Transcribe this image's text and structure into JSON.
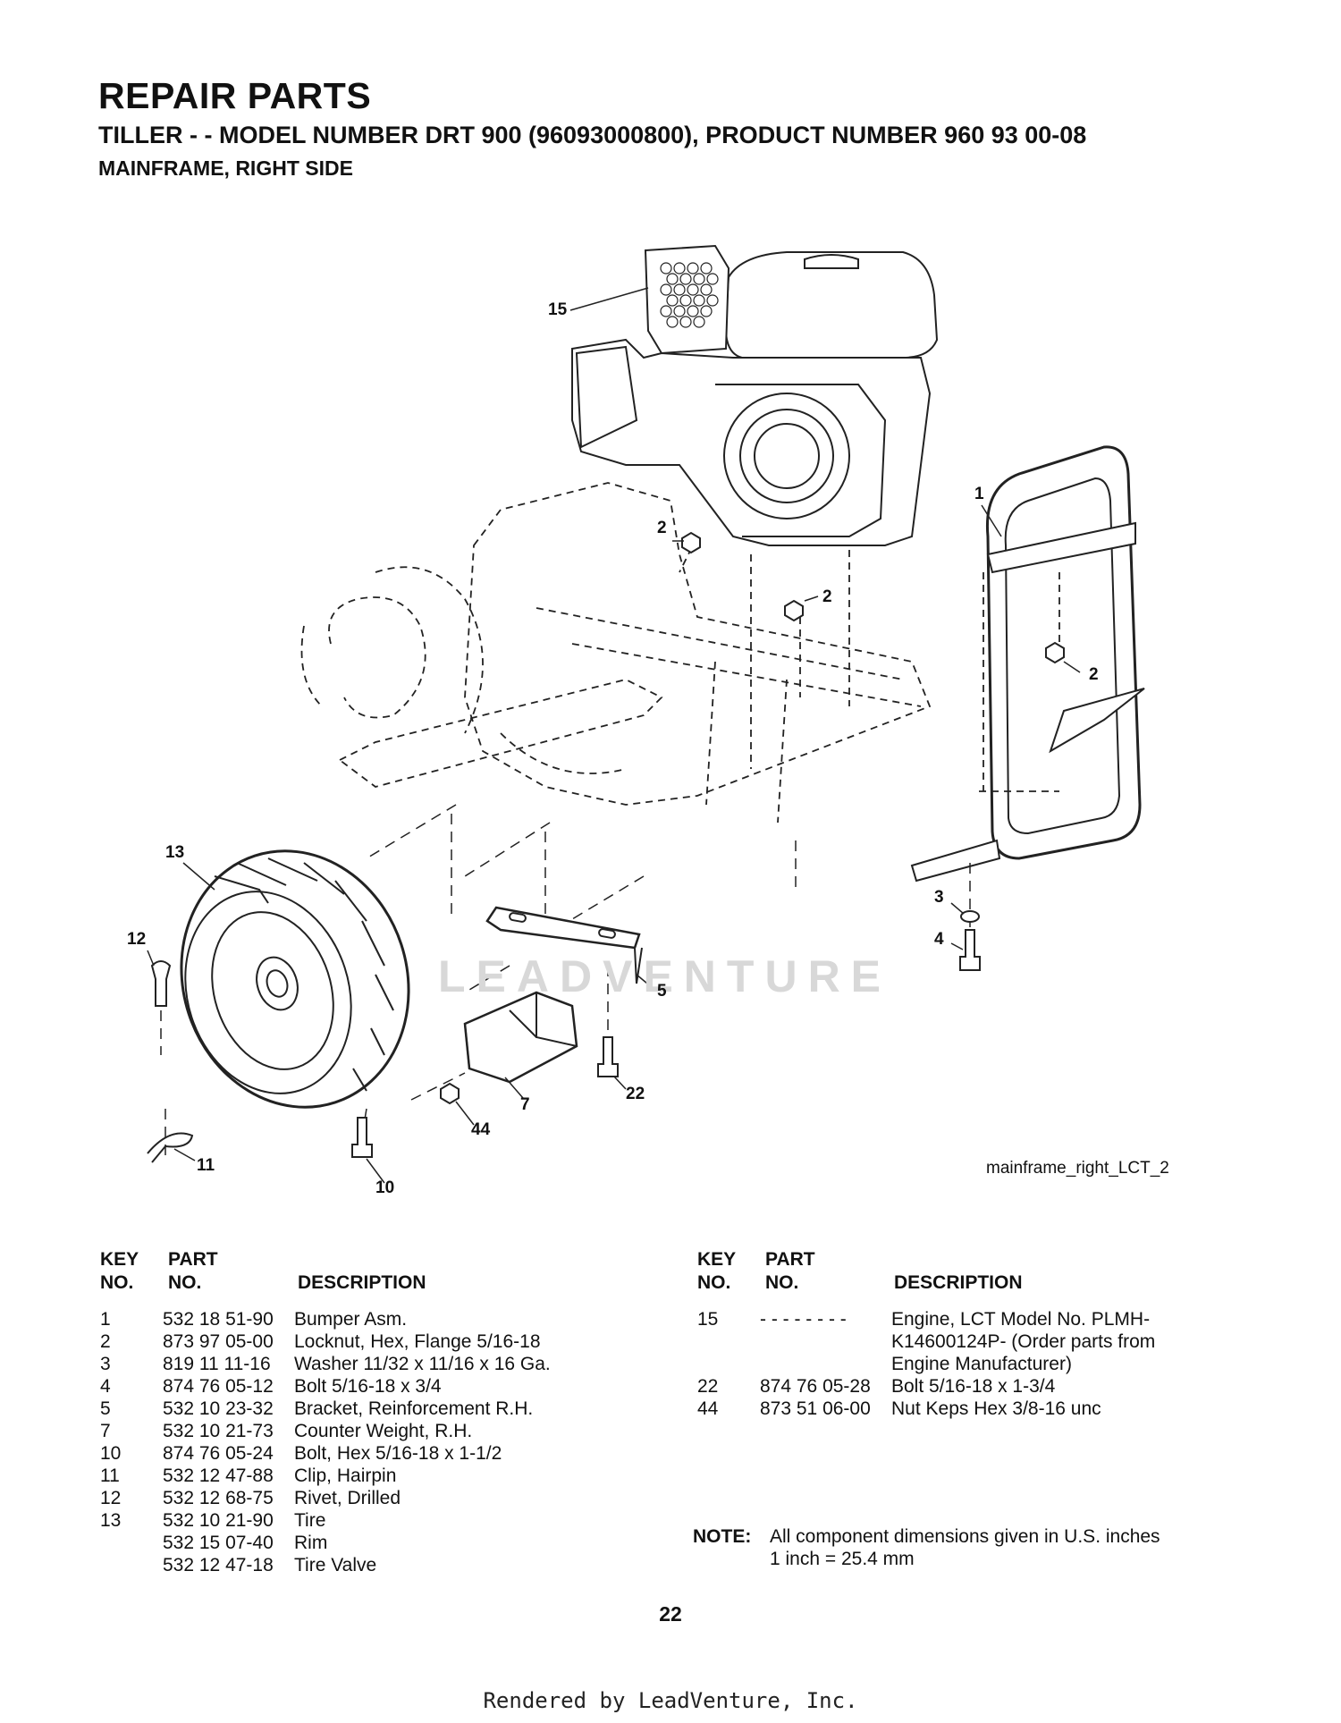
{
  "header": {
    "title": "REPAIR PARTS",
    "subtitle": "TILLER - - MODEL NUMBER DRT 900 (96093000800), PRODUCT NUMBER 960 93 00-08",
    "section": "MAINFRAME, RIGHT SIDE"
  },
  "diagram": {
    "callouts": [
      "15",
      "1",
      "2",
      "2",
      "2",
      "13",
      "12",
      "3",
      "4",
      "5",
      "22",
      "7",
      "44",
      "11",
      "10"
    ],
    "figure_ref": "mainframe_right_LCT_2",
    "watermark": "LEADVENTURE"
  },
  "table": {
    "head_key": "KEY",
    "head_no": "NO.",
    "head_part": "PART",
    "head_partno": "NO.",
    "head_desc": "DESCRIPTION",
    "left_rows": [
      {
        "key": "1",
        "part": "532 18 51-90",
        "desc": "Bumper Asm."
      },
      {
        "key": "2",
        "part": "873 97 05-00",
        "desc": "Locknut, Hex, Flange  5/16-18"
      },
      {
        "key": "3",
        "part": "819 11 11-16",
        "desc": "Washer 11/32 x 11/16 x 16 Ga."
      },
      {
        "key": "4",
        "part": "874 76 05-12",
        "desc": "Bolt 5/16-18 x 3/4"
      },
      {
        "key": "5",
        "part": "532 10 23-32",
        "desc": "Bracket, Reinforcement R.H."
      },
      {
        "key": "7",
        "part": "532 10 21-73",
        "desc": "Counter Weight, R.H."
      },
      {
        "key": "10",
        "part": "874 76 05-24",
        "desc": "Bolt, Hex  5/16-18 x 1-1/2"
      },
      {
        "key": "11",
        "part": "532 12 47-88",
        "desc": "Clip, Hairpin"
      },
      {
        "key": "12",
        "part": "532 12 68-75",
        "desc": "Rivet, Drilled"
      },
      {
        "key": "13",
        "part": "532 10 21-90",
        "desc": "Tire"
      },
      {
        "key": "",
        "part": "532 15 07-40",
        "desc": "Rim"
      },
      {
        "key": "",
        "part": "532 12 47-18",
        "desc": "Tire Valve"
      }
    ],
    "right_rows": [
      {
        "key": "15",
        "part": "- - - - - - - -",
        "desc": "Engine, LCT Model No. PLMH-"
      },
      {
        "key": "",
        "part": "",
        "desc": "K14600124P- (Order parts from"
      },
      {
        "key": "",
        "part": "",
        "desc": "Engine Manufacturer)"
      },
      {
        "key": "22",
        "part": "874 76 05-28",
        "desc": "Bolt 5/16-18 x 1-3/4"
      },
      {
        "key": "44",
        "part": "873 51 06-00",
        "desc": "Nut Keps Hex 3/8-16 unc"
      }
    ]
  },
  "note": {
    "label": "NOTE:",
    "line1": "All component dimensions given in U.S. inches",
    "line2": "1 inch = 25.4 mm"
  },
  "page_number": "22",
  "footer": "Rendered by LeadVenture, Inc."
}
